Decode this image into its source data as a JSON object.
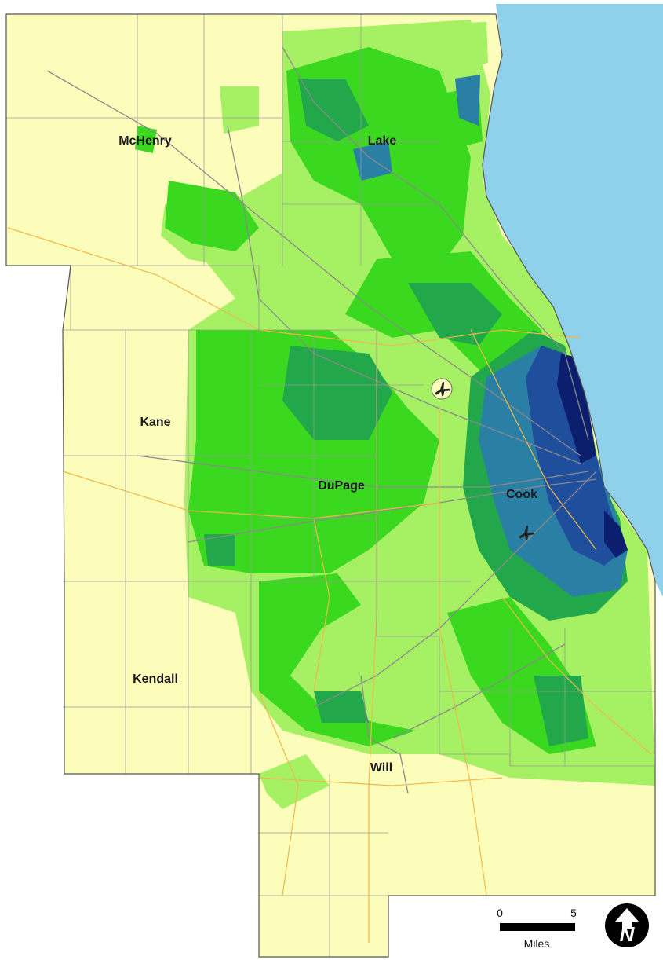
{
  "counties": [
    {
      "name": "McHenry"
    },
    {
      "name": "Lake"
    },
    {
      "name": "Kane"
    },
    {
      "name": "DuPage"
    },
    {
      "name": "Cook"
    },
    {
      "name": "Kendall"
    },
    {
      "name": "Will"
    }
  ],
  "scale_bar": {
    "start_label": "0",
    "end_label": "5",
    "unit_label": "Miles"
  },
  "icons": {
    "airport": "airplane-icon",
    "north_arrow": "north-arrow-icon",
    "north_letter": "N"
  },
  "colors": {
    "water": "#8fd1ea",
    "base": "#fdfdbb",
    "class_1": "#a6f064",
    "class_2": "#3ad81e",
    "class_3": "#22a84a",
    "class_4": "#2a7fa5",
    "class_5": "#1f4e9c",
    "class_6": "#0b1f6e",
    "roads": "#f0b84a",
    "rail": "#8a8a8a",
    "boundaries": "#9a9a9a"
  }
}
